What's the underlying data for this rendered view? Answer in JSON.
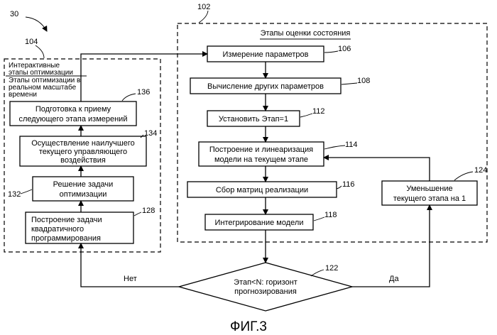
{
  "refs": {
    "r30": "30",
    "r102": "102",
    "r104": "104",
    "r106": "106",
    "r108": "108",
    "r112": "112",
    "r114": "114",
    "r116": "116",
    "r118": "118",
    "r122": "122",
    "r124": "124",
    "r128": "128",
    "r132": "132",
    "r134": "134",
    "r136": "136"
  },
  "right_group": {
    "title": "Этапы оценки состояния"
  },
  "left_group": {
    "title": [
      "Интерактивные",
      "этапы оптимизации"
    ],
    "subtitle": [
      "Этапы оптимизации в",
      "реальном масштабе",
      "времени"
    ]
  },
  "boxes": {
    "measure": [
      "Измерение параметров"
    ],
    "compute": [
      "Вычисление других параметров"
    ],
    "set_stage": [
      "Установить Этап=1"
    ],
    "build_model": [
      "Построение и линеаризация",
      "модели на текущем этапе"
    ],
    "assemble": [
      "Сбор матриц реализации"
    ],
    "integrate": [
      "Интегрирование модели"
    ],
    "decrease": [
      "Уменьшение",
      "текущего этапа на 1"
    ],
    "prepare": [
      "Подготовка к приему",
      "следующего этапа измерений"
    ],
    "apply": [
      "Осуществление наилучшего",
      "текущего управляющего",
      "воздействия"
    ],
    "solve": [
      "Решение задачи",
      "оптимизации"
    ],
    "construct": [
      "Построение задачи",
      "квадратичного",
      "программирования"
    ]
  },
  "decision": {
    "text": [
      "Этап<N: горизонт",
      "прогнозирования"
    ]
  },
  "branches": {
    "no": "Нет",
    "yes": "Да"
  },
  "figure_label": "ФИГ.3"
}
